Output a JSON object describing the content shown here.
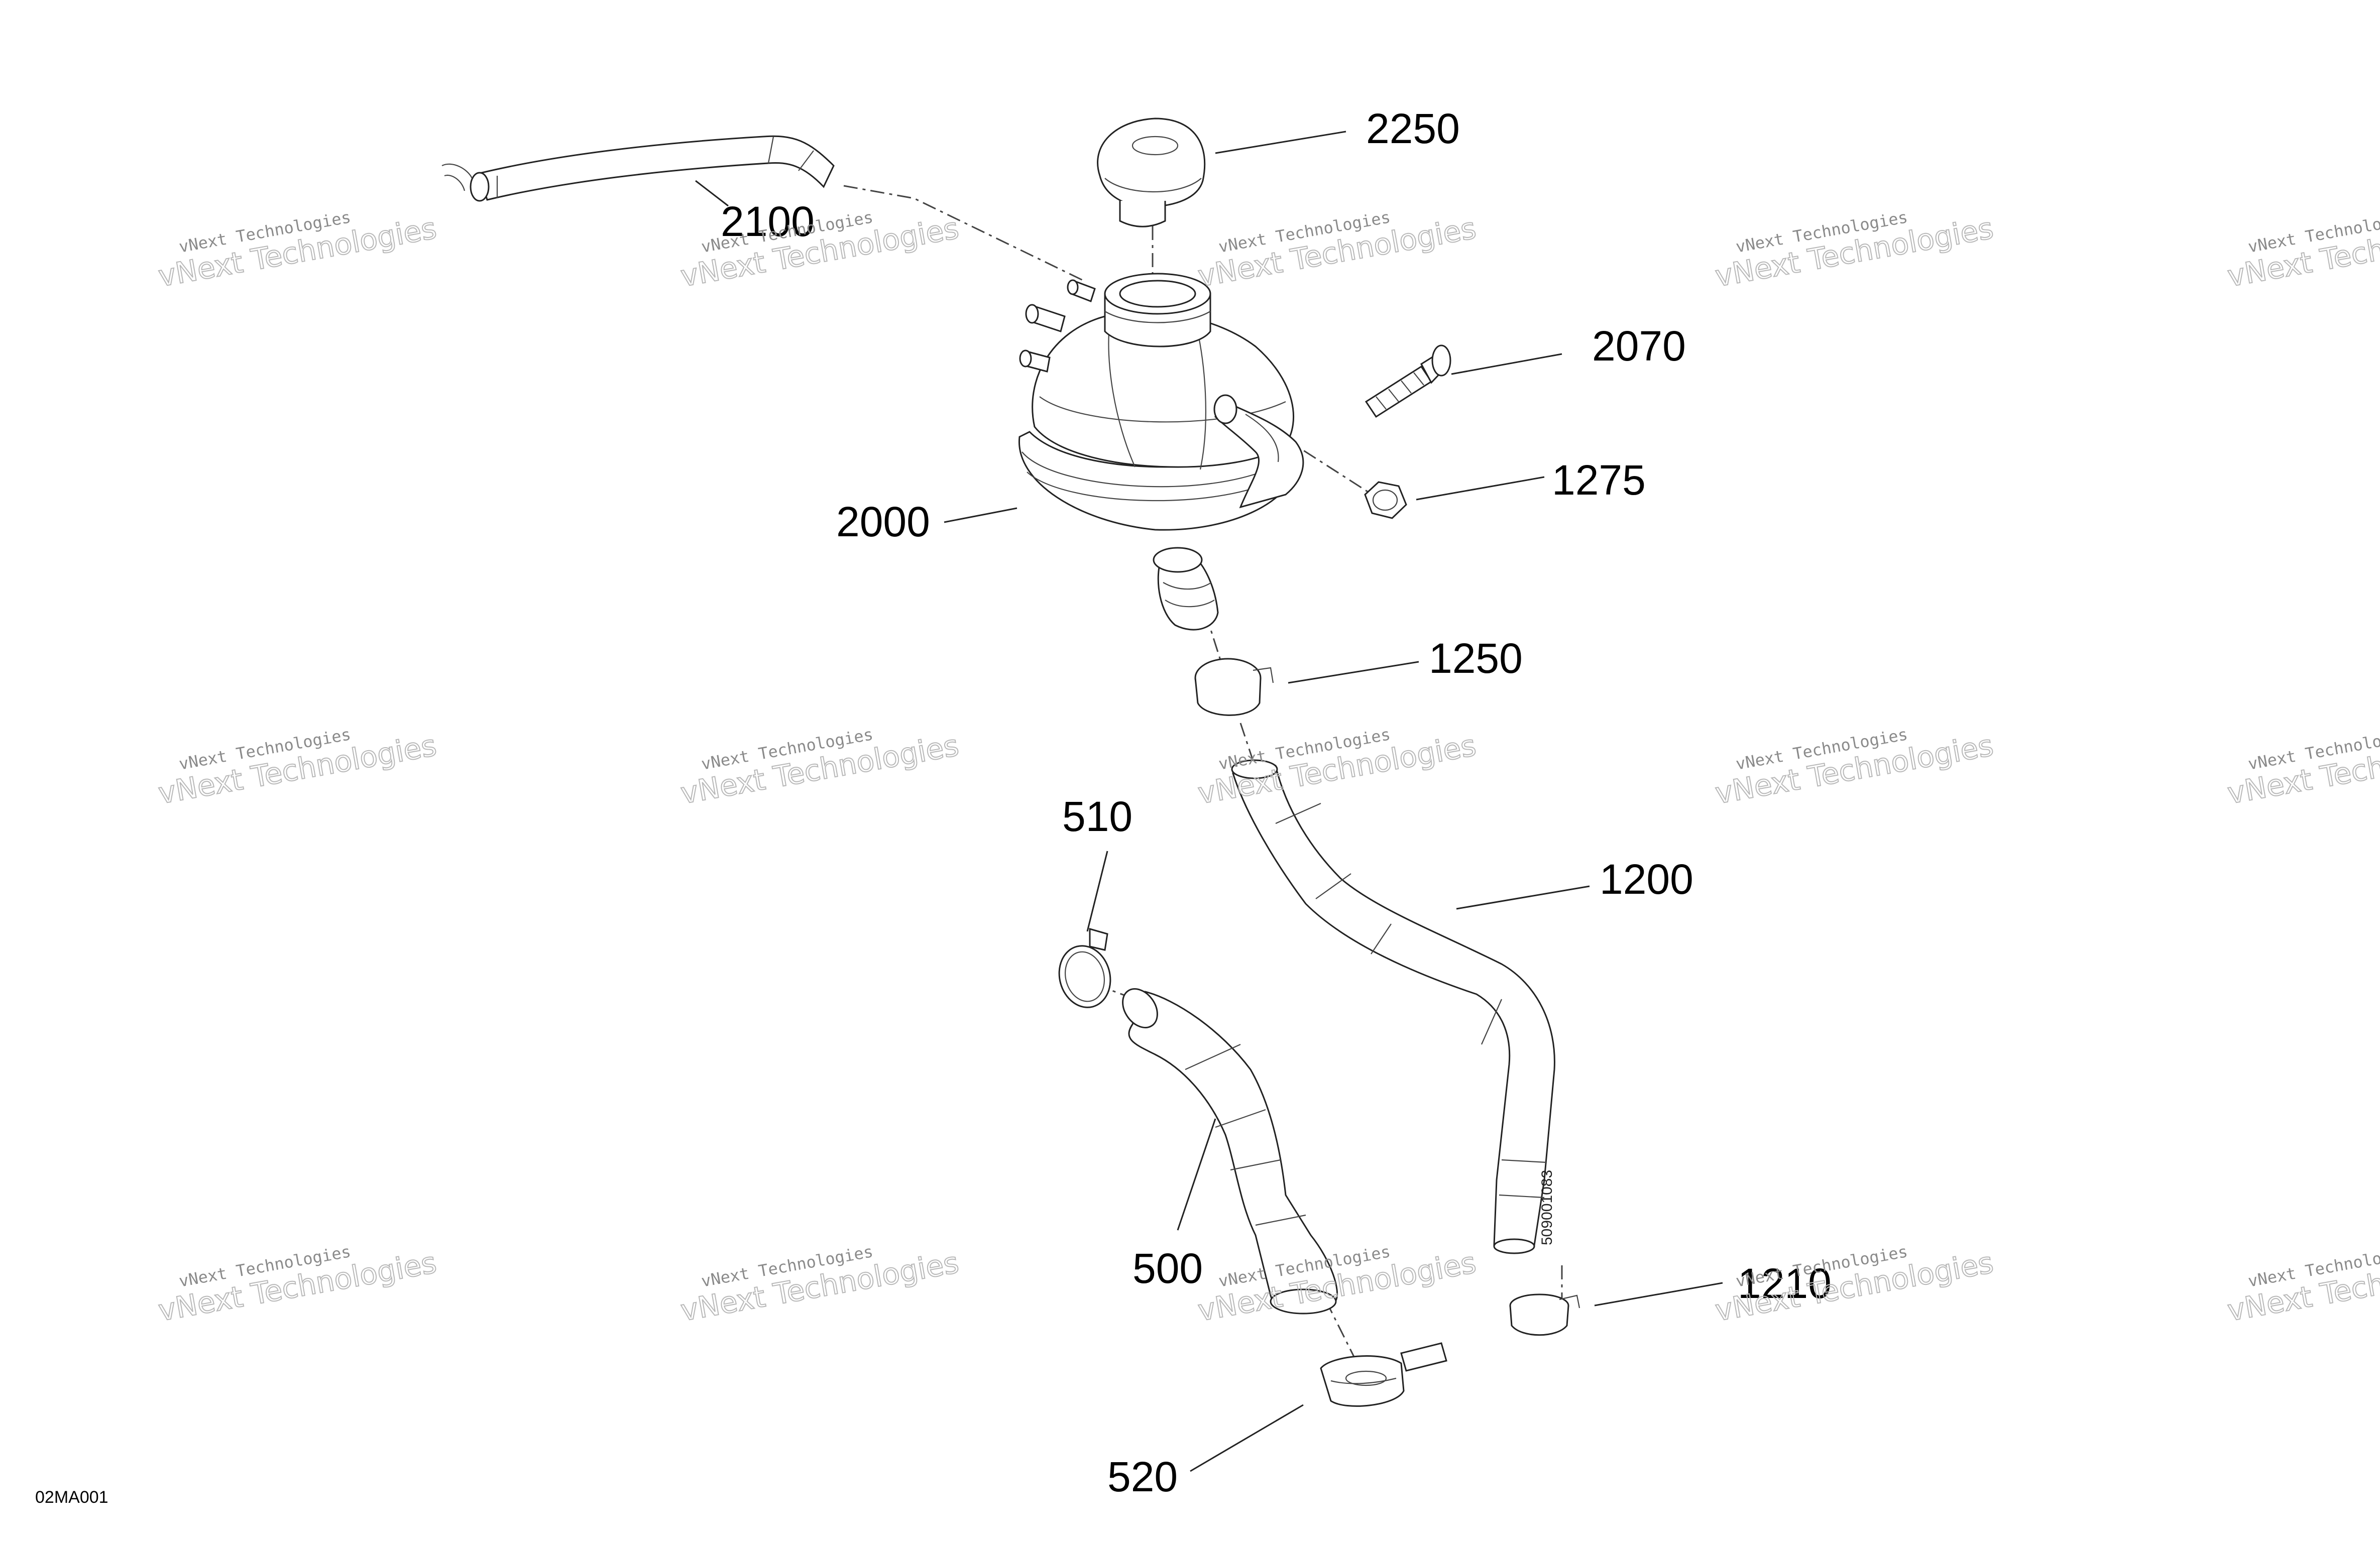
{
  "diagram": {
    "callouts": {
      "c2250": "2250",
      "c2100": "2100",
      "c2070": "2070",
      "c1275": "1275",
      "c2000": "2000",
      "c1250": "1250",
      "c1200": "1200",
      "c510": "510",
      "c500": "500",
      "c1210": "1210",
      "c520": "520"
    },
    "hose_marking": "509001083",
    "drawing_id": "02MA001",
    "watermark": {
      "line1": "vNext Technologies",
      "line2": "vNext Technologies"
    }
  }
}
